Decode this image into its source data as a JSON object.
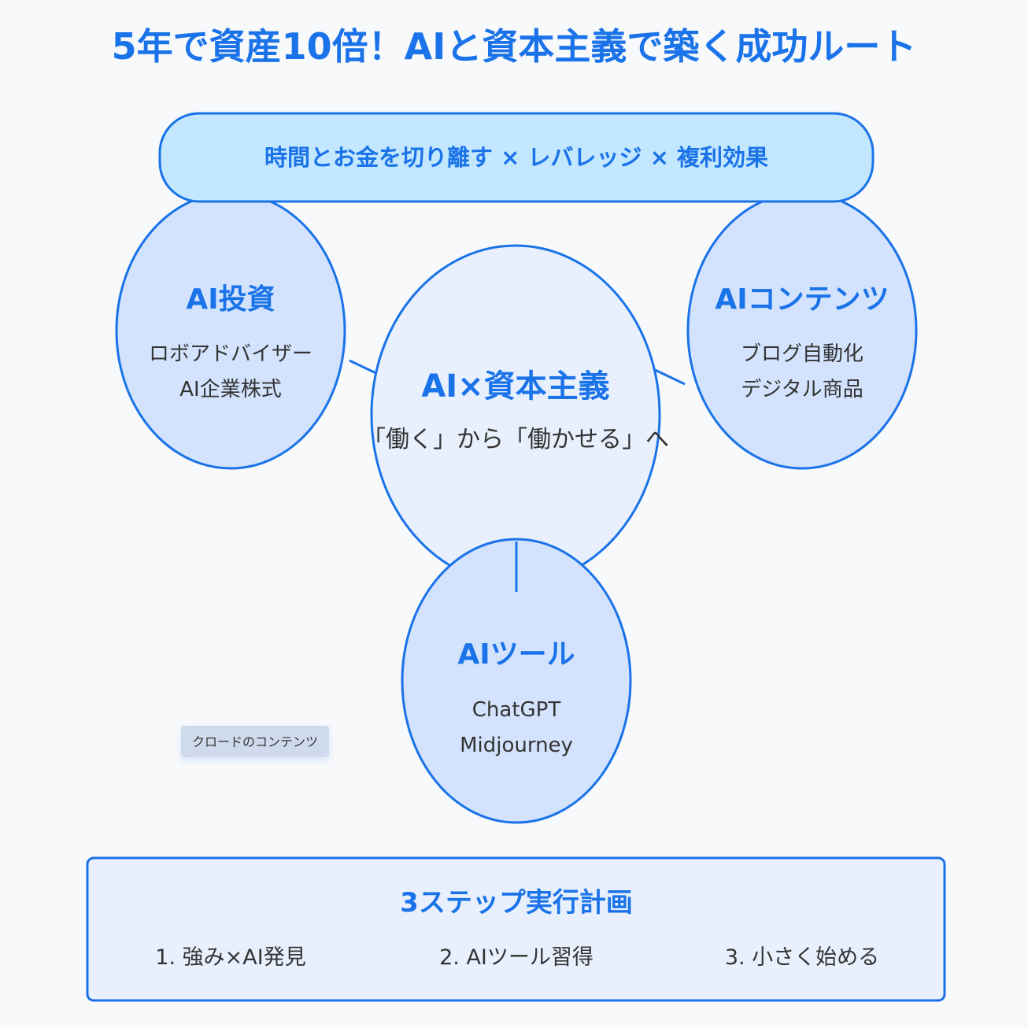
{
  "title": "5年で資産10倍！AIと資本主義で築く成功ルート",
  "banner": {
    "text": "時間とお金を切り離す × レバレッジ × 複利効果"
  },
  "center": {
    "title": "AI×資本主義",
    "subtitle": "「働く」から「働かせる」へ"
  },
  "nodes": {
    "investment": {
      "title": "AI投資",
      "lines": [
        "ロボアドバイザー",
        "AI企業株式"
      ]
    },
    "content": {
      "title": "AIコンテンツ",
      "lines": [
        "ブログ自動化",
        "デジタル商品"
      ]
    },
    "tools": {
      "title": "AIツール",
      "lines": [
        "ChatGPT",
        "Midjourney"
      ]
    }
  },
  "watermark": "クロードのコンテンツ",
  "plan": {
    "title": "3ステップ実行計画",
    "steps": [
      "1. 強み×AI発見",
      "2. AIツール習得",
      "3. 小さく始める"
    ]
  },
  "colors": {
    "accent": "#1a73e8",
    "banner_fill": "#c2e7ff",
    "node_fill": "#d3e3fd",
    "center_fill": "#e8f0fe",
    "background": "#f8f9fb",
    "text": "#333333"
  }
}
